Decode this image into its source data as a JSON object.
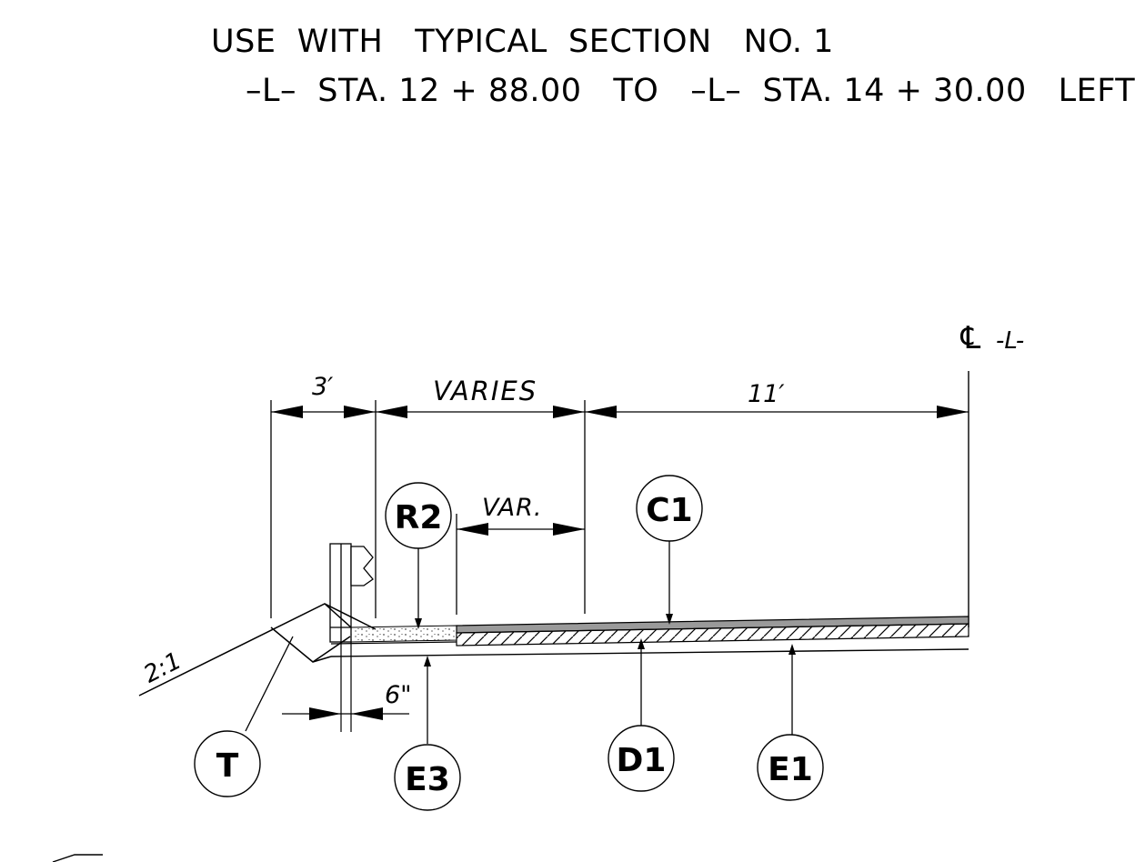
{
  "header": {
    "line1": "USE  WITH   TYPICAL  SECTION   NO. 1",
    "line2": "–L–  STA. 12 + 88.00   TO   –L–  STA. 14 + 30.00   LEFT"
  },
  "dimensions": {
    "shoulder": "3′",
    "varies": "VARIES",
    "lane": "11′",
    "var": "VAR.",
    "curb": "6\"",
    "slope": "2:1"
  },
  "centerline": {
    "symbol": "℄",
    "label": "-L-"
  },
  "callouts": {
    "r2": "R2",
    "c1": "C1",
    "t": "T",
    "e3": "E3",
    "d1": "D1",
    "e1": "E1"
  }
}
